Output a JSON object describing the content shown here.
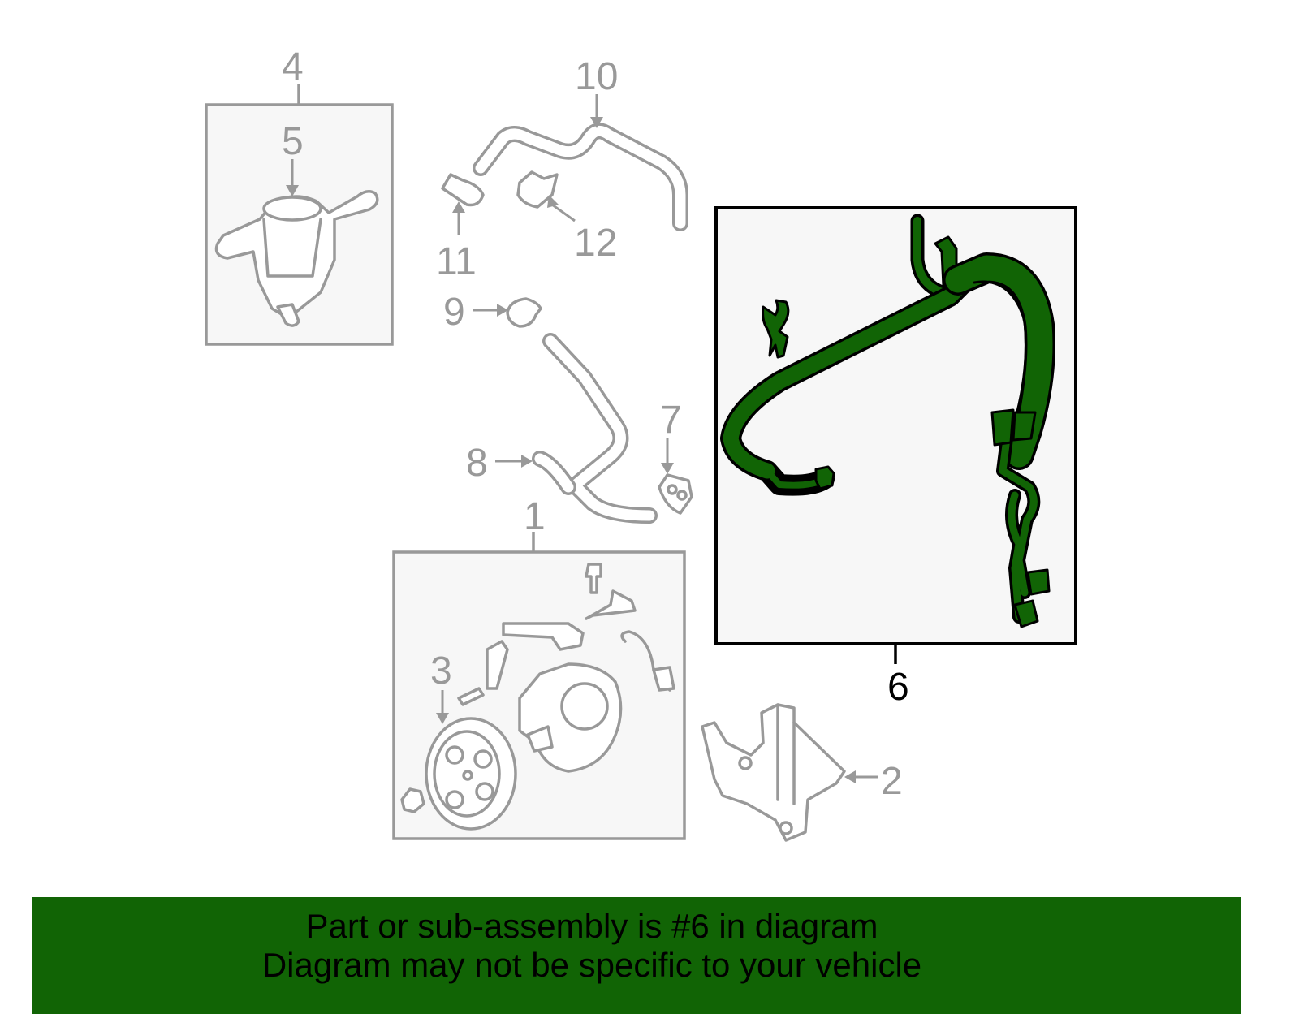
{
  "diagram": {
    "callouts": [
      "1",
      "2",
      "3",
      "4",
      "5",
      "6",
      "7",
      "8",
      "9",
      "10",
      "11",
      "12"
    ],
    "highlighted_part": "6",
    "highlight_color": "#116405",
    "part_line_color": "#999999"
  },
  "banner": {
    "line1": "Part or sub-assembly is #6 in diagram",
    "line2": "Diagram may not be specific to your vehicle",
    "background": "#116405"
  }
}
